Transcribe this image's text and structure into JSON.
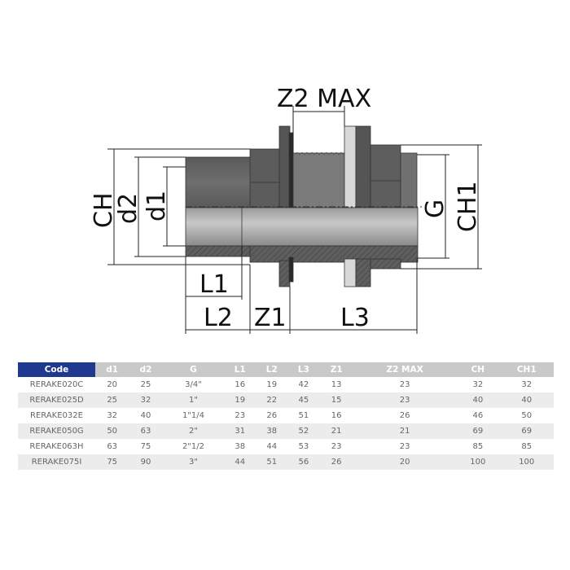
{
  "diagram": {
    "labels": {
      "z2max": "Z2 MAX",
      "ch": "CH",
      "d2": "d2",
      "d1": "d1",
      "g": "G",
      "ch1": "CH1",
      "l1": "L1",
      "l2": "L2",
      "z1": "Z1",
      "l3": "L3"
    }
  },
  "table": {
    "headers": [
      "Code",
      "d1",
      "d2",
      "G",
      "L1",
      "L2",
      "L3",
      "Z1",
      "Z2 MAX",
      "CH",
      "CH1"
    ],
    "rows": [
      [
        "RERAKE020C",
        "20",
        "25",
        "3/4\"",
        "16",
        "19",
        "42",
        "13",
        "23",
        "32",
        "32"
      ],
      [
        "RERAKE025D",
        "25",
        "32",
        "1\"",
        "19",
        "22",
        "45",
        "15",
        "23",
        "40",
        "40"
      ],
      [
        "RERAKE032E",
        "32",
        "40",
        "1\"1/4",
        "23",
        "26",
        "51",
        "16",
        "26",
        "46",
        "50"
      ],
      [
        "RERAKE050G",
        "50",
        "63",
        "2\"",
        "31",
        "38",
        "52",
        "21",
        "21",
        "69",
        "69"
      ],
      [
        "RERAKE063H",
        "63",
        "75",
        "2\"1/2",
        "38",
        "44",
        "53",
        "23",
        "23",
        "85",
        "85"
      ],
      [
        "RERAKE075I",
        "75",
        "90",
        "3\"",
        "44",
        "51",
        "56",
        "26",
        "20",
        "100",
        "100"
      ]
    ],
    "header_color": "#1f3990"
  }
}
